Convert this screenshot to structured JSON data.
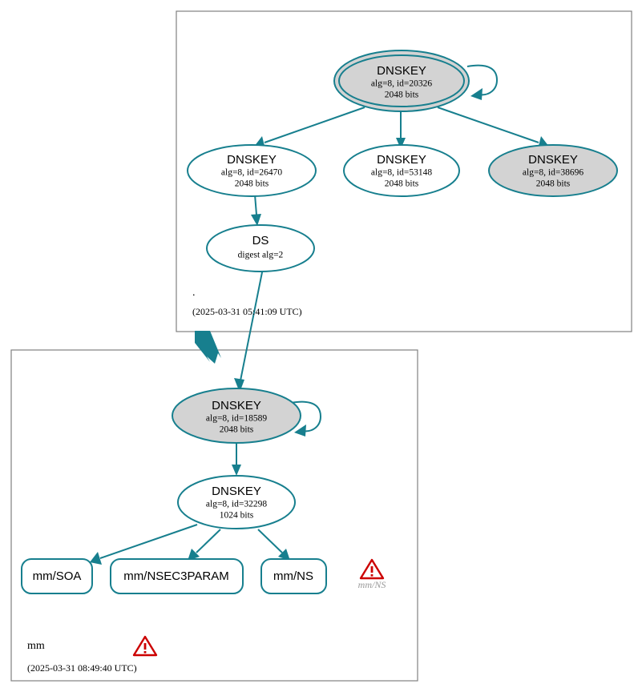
{
  "diagram": {
    "kind": "dnssec-authentication-chain",
    "accent_color": "#177f8e",
    "cluster_border_color": "#808080",
    "secure_fill": "#d3d3d3",
    "plain_fill": "#ffffff",
    "warning_color": "#cc0000"
  },
  "zones": [
    {
      "id": "root",
      "label": ".",
      "timestamp": "(2025-03-31 05:41:09 UTC)"
    },
    {
      "id": "mm",
      "label": "mm",
      "timestamp": "(2025-03-31 08:49:40 UTC)",
      "warning_icon": "warning-triangle-icon"
    }
  ],
  "nodes": {
    "root_ksk": {
      "type": "DNSKEY",
      "title": "DNSKEY",
      "line2": "alg=8, id=20326",
      "line3": "2048 bits",
      "alg": 8,
      "key_id": 20326,
      "key_size": "2048 bits",
      "fill": "#d3d3d3",
      "shape": "doubleoctagon-ellipse",
      "trust_anchor": true,
      "self_signed": true
    },
    "root_zsk_26470": {
      "type": "DNSKEY",
      "title": "DNSKEY",
      "line2": "alg=8, id=26470",
      "line3": "2048 bits",
      "alg": 8,
      "key_id": 26470,
      "key_size": "2048 bits",
      "fill": "#ffffff",
      "shape": "ellipse"
    },
    "root_zsk_53148": {
      "type": "DNSKEY",
      "title": "DNSKEY",
      "line2": "alg=8, id=53148",
      "line3": "2048 bits",
      "alg": 8,
      "key_id": 53148,
      "key_size": "2048 bits",
      "fill": "#ffffff",
      "shape": "ellipse"
    },
    "root_zsk_38696": {
      "type": "DNSKEY",
      "title": "DNSKEY",
      "line2": "alg=8, id=38696",
      "line3": "2048 bits",
      "alg": 8,
      "key_id": 38696,
      "key_size": "2048 bits",
      "fill": "#d3d3d3",
      "shape": "ellipse"
    },
    "ds": {
      "type": "DS",
      "title": "DS",
      "line2": "digest alg=2",
      "digest_alg": 2,
      "fill": "#ffffff",
      "shape": "ellipse"
    },
    "mm_ksk": {
      "type": "DNSKEY",
      "title": "DNSKEY",
      "line2": "alg=8, id=18589",
      "line3": "2048 bits",
      "alg": 8,
      "key_id": 18589,
      "key_size": "2048 bits",
      "fill": "#d3d3d3",
      "shape": "ellipse",
      "self_signed": true
    },
    "mm_zsk": {
      "type": "DNSKEY",
      "title": "DNSKEY",
      "line2": "alg=8, id=32298",
      "line3": "1024 bits",
      "alg": 8,
      "key_id": 32298,
      "key_size": "1024 bits",
      "fill": "#ffffff",
      "shape": "ellipse"
    }
  },
  "rrsets": [
    {
      "id": "mm_soa",
      "label": "mm/SOA"
    },
    {
      "id": "mm_nsec3param",
      "label": "mm/NSEC3PARAM"
    },
    {
      "id": "mm_ns",
      "label": "mm/NS"
    }
  ],
  "warnings": [
    {
      "id": "mm_ns_warning",
      "label": "mm/NS",
      "icon": "warning-triangle-icon"
    }
  ]
}
